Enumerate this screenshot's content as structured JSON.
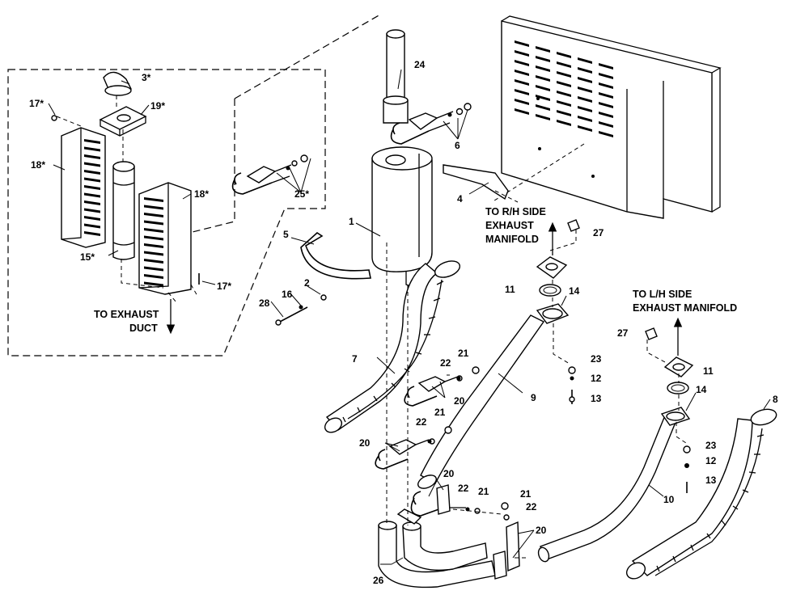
{
  "labels": {
    "p1": "1",
    "p2": "2",
    "p3": "3*",
    "p4": "4",
    "p5": "5",
    "p6": "6",
    "p7": "7",
    "p8": "8",
    "p9": "9",
    "p10": "10",
    "p11a": "11",
    "p11b": "11",
    "p12a": "12",
    "p12b": "12",
    "p13a": "13",
    "p13b": "13",
    "p14a": "14",
    "p14b": "14",
    "p15": "15*",
    "p16": "16",
    "p17a": "17*",
    "p17b": "17*",
    "p18a": "18*",
    "p18b": "18*",
    "p19": "19*",
    "p20a": "20",
    "p20b": "20",
    "p20c": "20",
    "p20d": "20",
    "p21a": "21",
    "p21b": "21",
    "p21c": "21",
    "p21d": "21",
    "p22a": "22",
    "p22b": "22",
    "p22c": "22",
    "p22d": "22",
    "p23a": "23",
    "p23b": "23",
    "p24": "24",
    "p25": "25*",
    "p26": "26",
    "p27a": "27",
    "p27b": "27",
    "p28": "28"
  },
  "callouts": {
    "rh_line1": "TO R/H SIDE",
    "rh_line2": "EXHAUST",
    "rh_line3": "MANIFOLD",
    "lh_line1": "TO L/H SIDE",
    "lh_line2": "EXHAUST MANIFOLD",
    "duct_line1": "TO EXHAUST",
    "duct_line2": "DUCT"
  }
}
